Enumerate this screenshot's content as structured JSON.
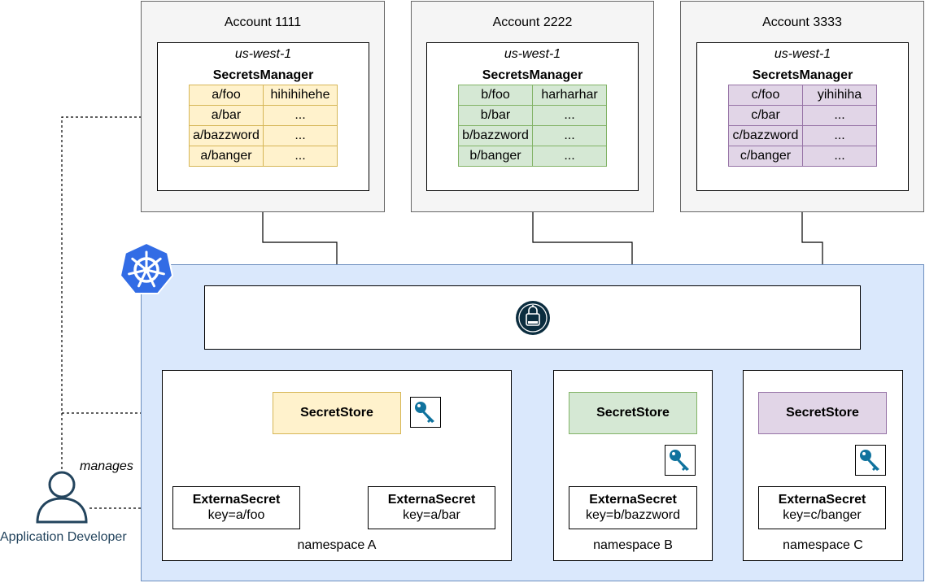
{
  "accounts": [
    {
      "title": "Account 1111",
      "region": "us-west-1",
      "manager": "SecretsManager",
      "color": {
        "fill": "#fff2cc",
        "stroke": "#d6b656"
      },
      "rows": [
        {
          "key": "a/foo",
          "value": "hihihihehe"
        },
        {
          "key": "a/bar",
          "value": "..."
        },
        {
          "key": "a/bazzword",
          "value": "..."
        },
        {
          "key": "a/banger",
          "value": "..."
        }
      ]
    },
    {
      "title": "Account 2222",
      "region": "us-west-1",
      "manager": "SecretsManager",
      "color": {
        "fill": "#d5e8d4",
        "stroke": "#82b366"
      },
      "rows": [
        {
          "key": "b/foo",
          "value": "harharhar"
        },
        {
          "key": "b/bar",
          "value": "..."
        },
        {
          "key": "b/bazzword",
          "value": "..."
        },
        {
          "key": "b/banger",
          "value": "..."
        }
      ]
    },
    {
      "title": "Account 3333",
      "region": "us-west-1",
      "manager": "SecretsManager",
      "color": {
        "fill": "#e1d5e7",
        "stroke": "#9673a6"
      },
      "rows": [
        {
          "key": "c/foo",
          "value": "yihihiha"
        },
        {
          "key": "c/bar",
          "value": "..."
        },
        {
          "key": "c/bazzword",
          "value": "..."
        },
        {
          "key": "c/banger",
          "value": "..."
        }
      ]
    }
  ],
  "cluster": {
    "icon": "kubernetes-icon",
    "color": {
      "fill": "#dae8fc",
      "stroke": "#6c8ebf"
    },
    "operator_icon": "external-secrets-operator-icon"
  },
  "namespaces": [
    {
      "label": "namespace A",
      "store": "SecretStore",
      "external_secrets": [
        {
          "title": "ExternaSecret",
          "key": "key=a/foo"
        },
        {
          "title": "ExternaSecret",
          "key": "key=a/bar"
        }
      ]
    },
    {
      "label": "namespace B",
      "store": "SecretStore",
      "external_secrets": [
        {
          "title": "ExternaSecret",
          "key": "key=b/bazzword"
        }
      ]
    },
    {
      "label": "namespace C",
      "store": "SecretStore",
      "external_secrets": [
        {
          "title": "ExternaSecret",
          "key": "key=c/banger"
        }
      ]
    }
  ],
  "actor": {
    "name": "Application Developer",
    "relation": "manages",
    "icon": "user-icon"
  },
  "key_icon": "key-icon"
}
